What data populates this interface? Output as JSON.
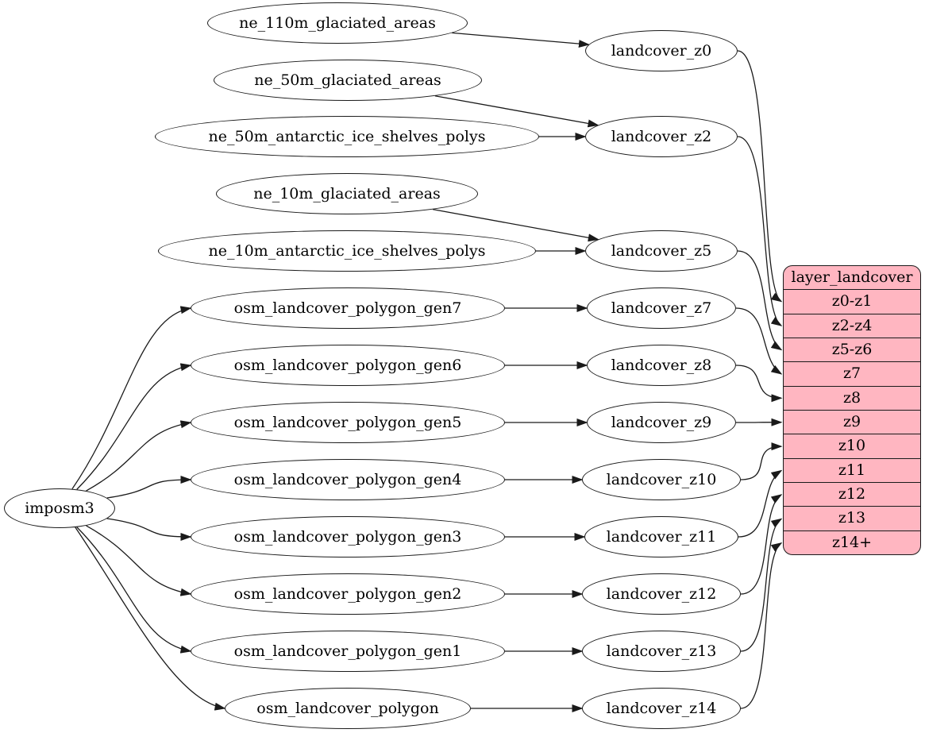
{
  "diagram": {
    "background_color": "#ffffff",
    "node_fill_color": "#ffffff",
    "node_stroke_color": "#1a1a1a",
    "edge_color": "#1a1a1a",
    "record_fill_color": "#ffb6c1",
    "nodes": [
      {
        "id": "imposm3",
        "label": "imposm3"
      },
      {
        "id": "ne_110m_glaciated_areas",
        "label": "ne_110m_glaciated_areas"
      },
      {
        "id": "ne_50m_glaciated_areas",
        "label": "ne_50m_glaciated_areas"
      },
      {
        "id": "ne_50m_antarctic_ice_shelves_polys",
        "label": "ne_50m_antarctic_ice_shelves_polys"
      },
      {
        "id": "ne_10m_glaciated_areas",
        "label": "ne_10m_glaciated_areas"
      },
      {
        "id": "ne_10m_antarctic_ice_shelves_polys",
        "label": "ne_10m_antarctic_ice_shelves_polys"
      },
      {
        "id": "osm_landcover_polygon_gen7",
        "label": "osm_landcover_polygon_gen7"
      },
      {
        "id": "osm_landcover_polygon_gen6",
        "label": "osm_landcover_polygon_gen6"
      },
      {
        "id": "osm_landcover_polygon_gen5",
        "label": "osm_landcover_polygon_gen5"
      },
      {
        "id": "osm_landcover_polygon_gen4",
        "label": "osm_landcover_polygon_gen4"
      },
      {
        "id": "osm_landcover_polygon_gen3",
        "label": "osm_landcover_polygon_gen3"
      },
      {
        "id": "osm_landcover_polygon_gen2",
        "label": "osm_landcover_polygon_gen2"
      },
      {
        "id": "osm_landcover_polygon_gen1",
        "label": "osm_landcover_polygon_gen1"
      },
      {
        "id": "osm_landcover_polygon",
        "label": "osm_landcover_polygon"
      },
      {
        "id": "landcover_z0",
        "label": "landcover_z0"
      },
      {
        "id": "landcover_z2",
        "label": "landcover_z2"
      },
      {
        "id": "landcover_z5",
        "label": "landcover_z5"
      },
      {
        "id": "landcover_z7",
        "label": "landcover_z7"
      },
      {
        "id": "landcover_z8",
        "label": "landcover_z8"
      },
      {
        "id": "landcover_z9",
        "label": "landcover_z9"
      },
      {
        "id": "landcover_z10",
        "label": "landcover_z10"
      },
      {
        "id": "landcover_z11",
        "label": "landcover_z11"
      },
      {
        "id": "landcover_z12",
        "label": "landcover_z12"
      },
      {
        "id": "landcover_z13",
        "label": "landcover_z13"
      },
      {
        "id": "landcover_z14",
        "label": "landcover_z14"
      }
    ],
    "table": {
      "title": "layer_landcover",
      "rows": [
        "z0-z1",
        "z2-z4",
        "z5-z6",
        "z7",
        "z8",
        "z9",
        "z10",
        "z11",
        "z12",
        "z13",
        "z14+"
      ]
    },
    "edges": [
      [
        "ne_110m_glaciated_areas",
        "landcover_z0"
      ],
      [
        "ne_50m_glaciated_areas",
        "landcover_z2"
      ],
      [
        "ne_50m_antarctic_ice_shelves_polys",
        "landcover_z2"
      ],
      [
        "ne_10m_glaciated_areas",
        "landcover_z5"
      ],
      [
        "ne_10m_antarctic_ice_shelves_polys",
        "landcover_z5"
      ],
      [
        "osm_landcover_polygon_gen7",
        "landcover_z7"
      ],
      [
        "osm_landcover_polygon_gen6",
        "landcover_z8"
      ],
      [
        "osm_landcover_polygon_gen5",
        "landcover_z9"
      ],
      [
        "osm_landcover_polygon_gen4",
        "landcover_z10"
      ],
      [
        "osm_landcover_polygon_gen3",
        "landcover_z11"
      ],
      [
        "osm_landcover_polygon_gen2",
        "landcover_z12"
      ],
      [
        "osm_landcover_polygon_gen1",
        "landcover_z13"
      ],
      [
        "osm_landcover_polygon",
        "landcover_z14"
      ],
      [
        "imposm3",
        "osm_landcover_polygon_gen7"
      ],
      [
        "imposm3",
        "osm_landcover_polygon_gen6"
      ],
      [
        "imposm3",
        "osm_landcover_polygon_gen5"
      ],
      [
        "imposm3",
        "osm_landcover_polygon_gen4"
      ],
      [
        "imposm3",
        "osm_landcover_polygon_gen3"
      ],
      [
        "imposm3",
        "osm_landcover_polygon_gen2"
      ],
      [
        "imposm3",
        "osm_landcover_polygon_gen1"
      ],
      [
        "imposm3",
        "osm_landcover_polygon"
      ],
      [
        "landcover_z0",
        "layer_landcover.z0-z1"
      ],
      [
        "landcover_z2",
        "layer_landcover.z2-z4"
      ],
      [
        "landcover_z5",
        "layer_landcover.z5-z6"
      ],
      [
        "landcover_z7",
        "layer_landcover.z7"
      ],
      [
        "landcover_z8",
        "layer_landcover.z8"
      ],
      [
        "landcover_z9",
        "layer_landcover.z9"
      ],
      [
        "landcover_z10",
        "layer_landcover.z10"
      ],
      [
        "landcover_z11",
        "layer_landcover.z11"
      ],
      [
        "landcover_z12",
        "layer_landcover.z12"
      ],
      [
        "landcover_z13",
        "layer_landcover.z13"
      ],
      [
        "landcover_z14",
        "layer_landcover.z14+"
      ]
    ]
  }
}
